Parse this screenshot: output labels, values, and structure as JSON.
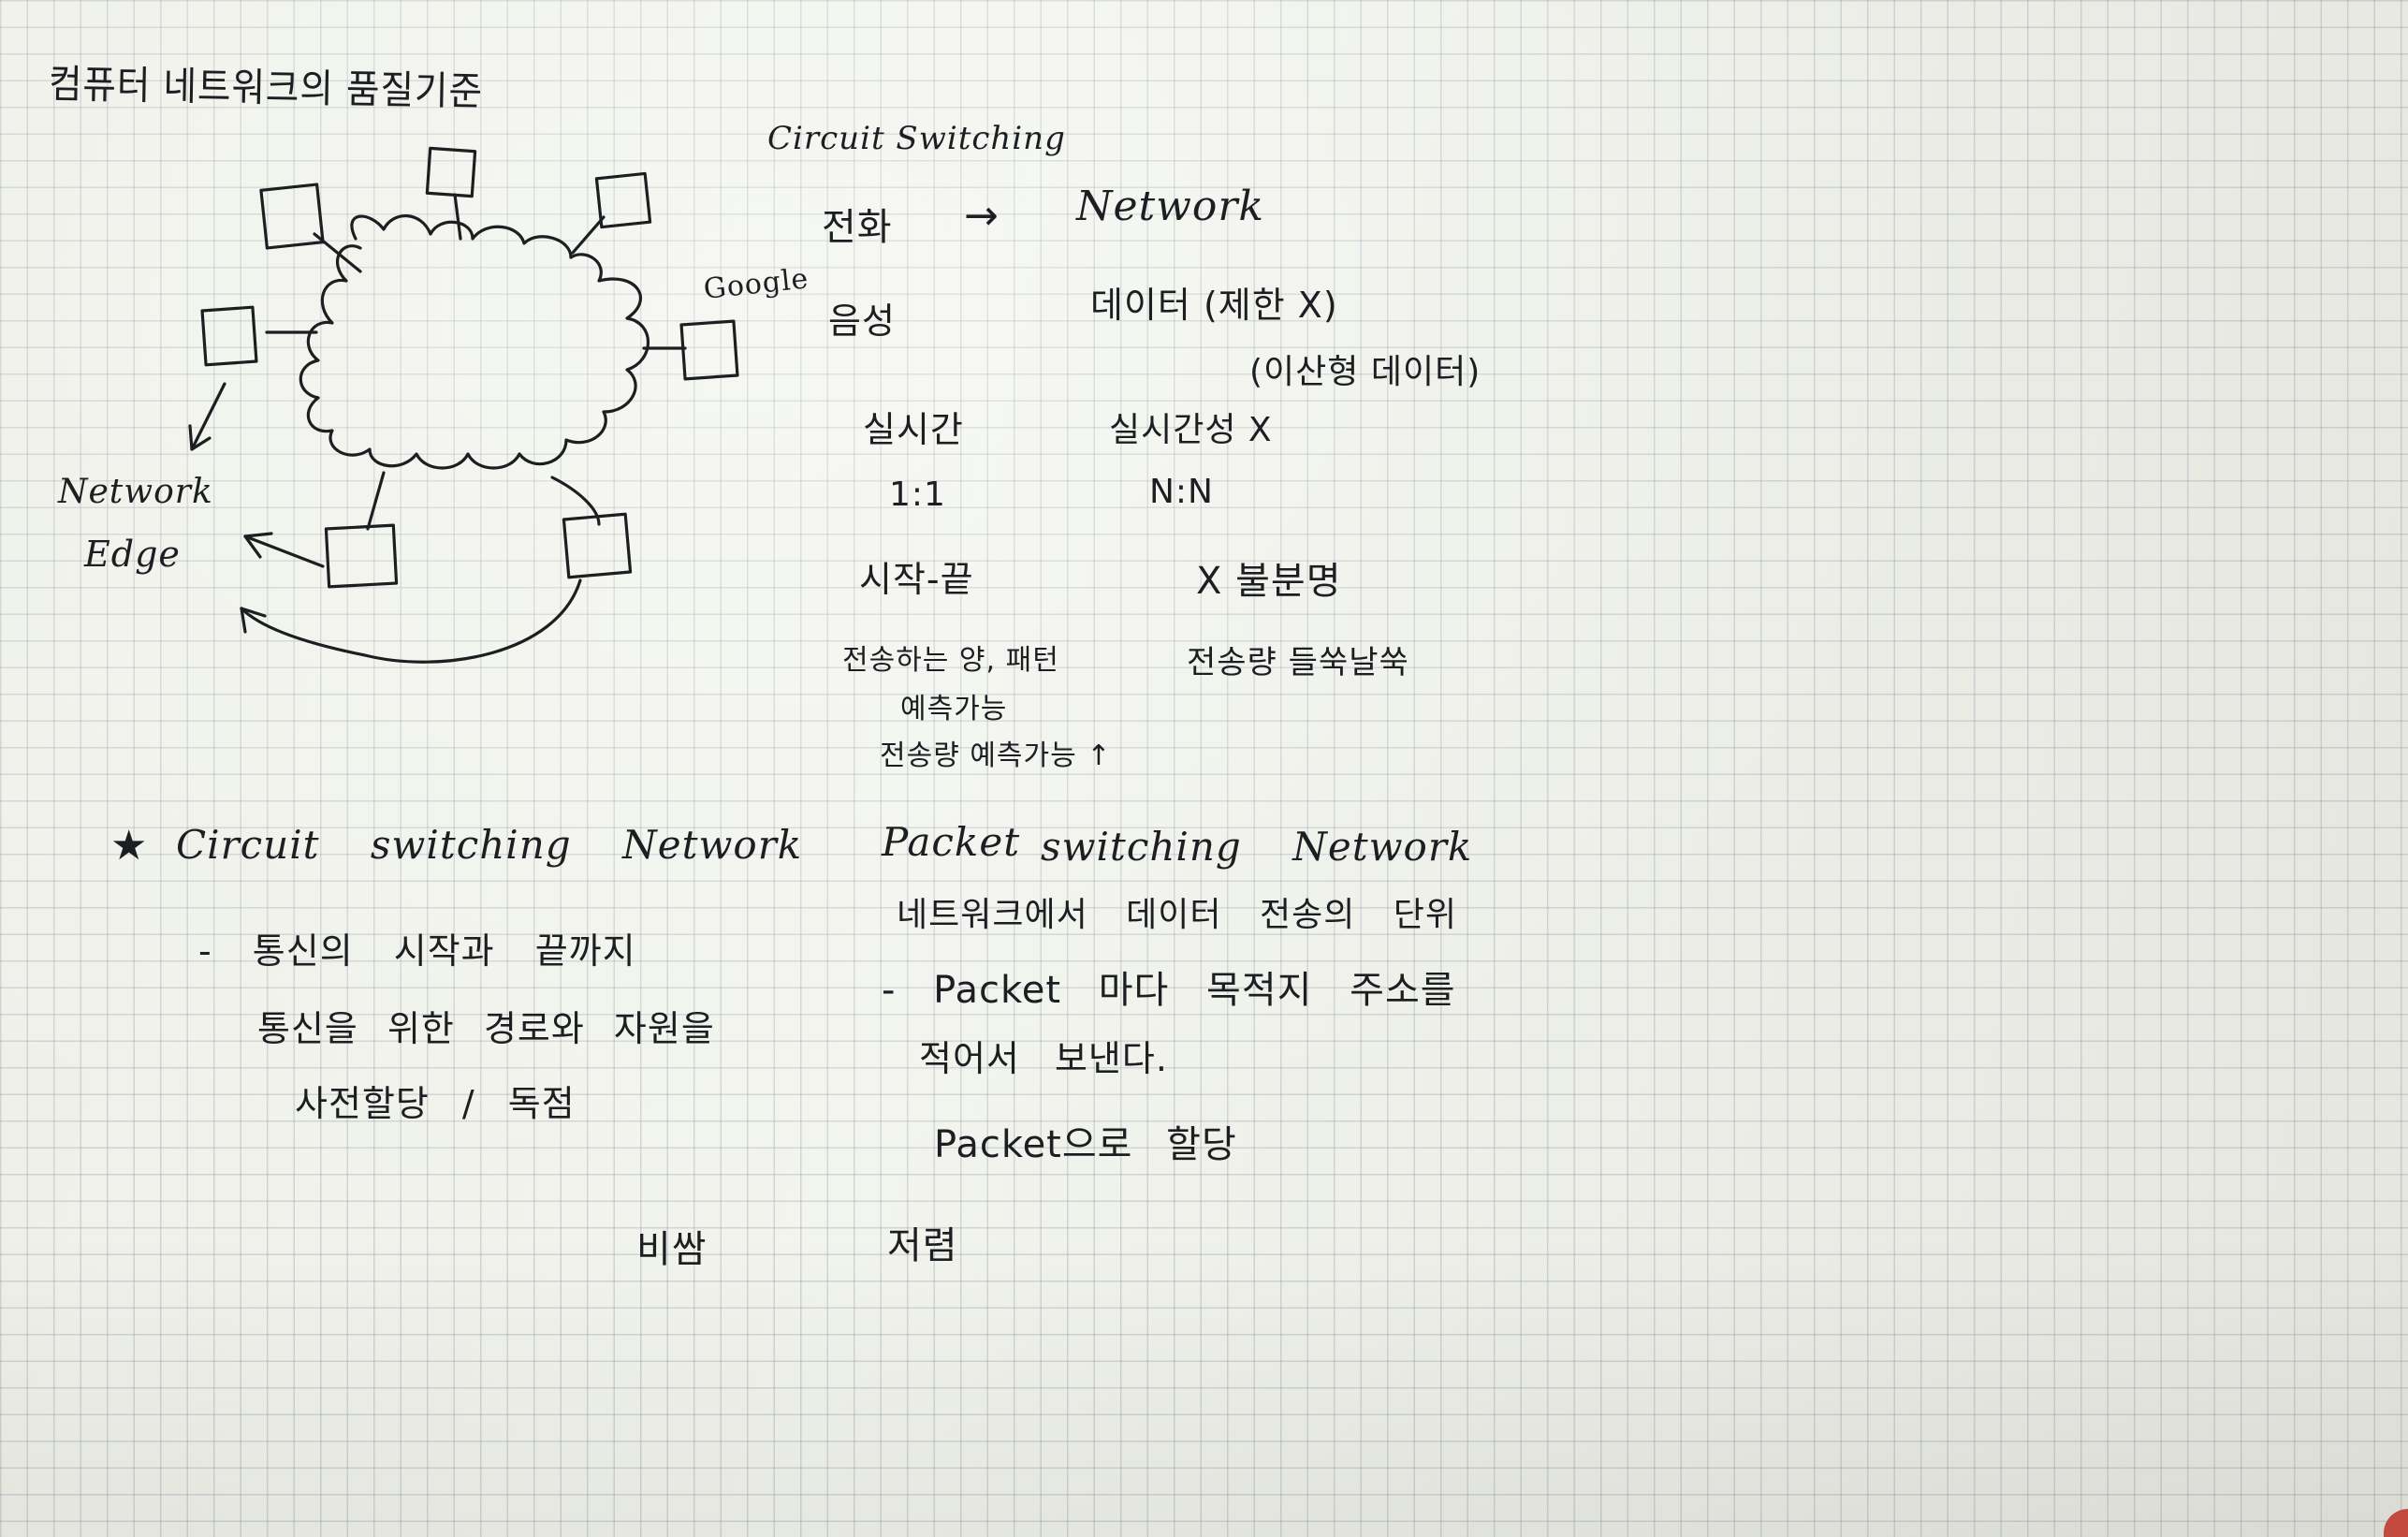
{
  "title": "컴퓨터 네트워크의 품질기준",
  "diagram": {
    "google_label": "Google",
    "edge_label_line1": "Network",
    "edge_label_line2": "Edge"
  },
  "comparison": {
    "header": "Circuit Switching",
    "left_head": "전화",
    "arrow": "→",
    "right_head": "Network",
    "left_items": [
      "음성",
      "실시간",
      "1:1",
      "시작-끝",
      "전송하는 양, 패턴",
      "예측가능",
      "전송량 예측가능 ↑"
    ],
    "right_items": [
      "데이터 (제한 X)",
      "(이산형 데이터)",
      "실시간성 X",
      "N:N",
      "X 불분명",
      "전송량 들쑥날쑥"
    ]
  },
  "circuit": {
    "heading": "Circuit switching Network",
    "lines": [
      "- 통신의 시작과 끝까지",
      "통신을 위한 경로와 자원을",
      "사전할당 / 독점"
    ],
    "star": "★"
  },
  "separator": "/",
  "packet": {
    "heading_underlined": "Packet",
    "heading_rest": "switching Network",
    "lines": [
      "네트워크에서 데이터 전송의 단위",
      "- Packet 마다 목적지 주소를",
      "적어서 보낸다.",
      "Packet으로 할당"
    ]
  },
  "bottom": {
    "left": "비쌈",
    "right": "저렴"
  }
}
